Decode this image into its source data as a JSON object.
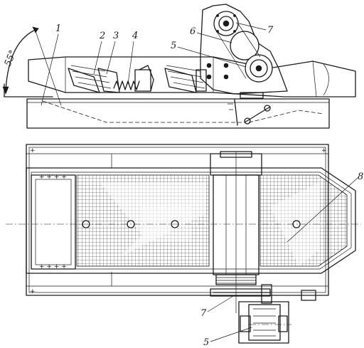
{
  "figure": {
    "angle_label": "55°",
    "callouts": [
      "1",
      "2",
      "3",
      "4",
      "5",
      "6",
      "7",
      "8"
    ],
    "bottom_callouts": [
      "7",
      "5"
    ]
  }
}
